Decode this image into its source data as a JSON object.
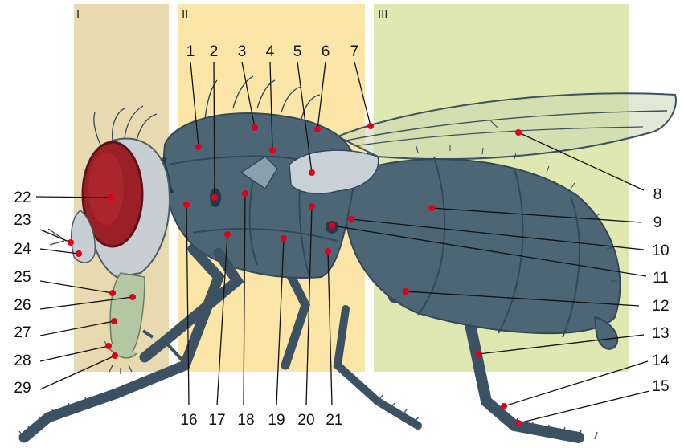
{
  "sections": [
    {
      "id": "s1",
      "label": "I",
      "color": "#e8d9b0"
    },
    {
      "id": "s2",
      "label": "II",
      "color": "#fbe6a8"
    },
    {
      "id": "s3",
      "label": "III",
      "color": "#dfe8b0"
    }
  ],
  "labels": {
    "l1": "1",
    "l2": "2",
    "l3": "3",
    "l4": "4",
    "l5": "5",
    "l6": "6",
    "l7": "7",
    "l8": "8",
    "l9": "9",
    "l10": "10",
    "l11": "11",
    "l12": "12",
    "l13": "13",
    "l14": "14",
    "l15": "15",
    "l16": "16",
    "l17": "17",
    "l18": "18",
    "l19": "19",
    "l20": "20",
    "l21": "21",
    "l22": "22",
    "l23": "23",
    "l24": "24",
    "l25": "25",
    "l26": "26",
    "l27": "27",
    "l28": "28",
    "l29": "29"
  },
  "colors": {
    "body": "#4d6676",
    "body_dark": "#33485a",
    "body_light": "#6b8797",
    "eye": "#9b1f27",
    "wing": "#c9d6b2",
    "marker": "#e0001b"
  }
}
